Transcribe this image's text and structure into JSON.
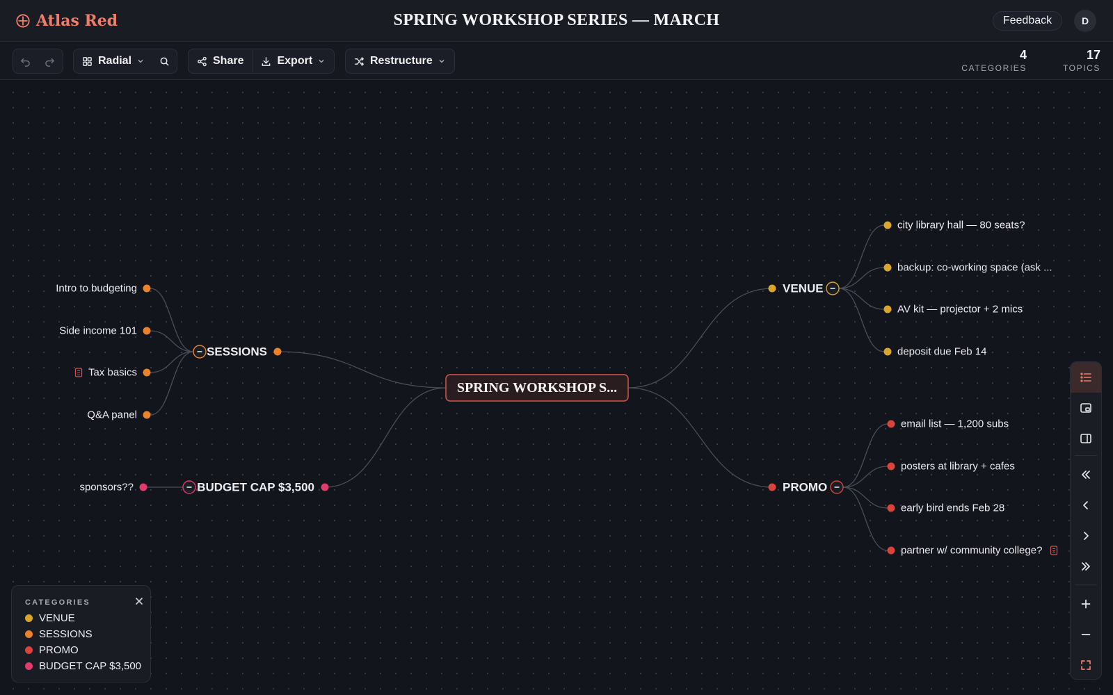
{
  "app": {
    "name": "Atlas Red",
    "logo_icon": "crosshair-circle-icon"
  },
  "header": {
    "title": "SPRING WORKSHOP SERIES — MARCH",
    "feedback_label": "Feedback",
    "avatar_initial": "D"
  },
  "toolbar": {
    "undo_icon": "undo-icon",
    "redo_icon": "redo-icon",
    "layout_label": "Radial",
    "search_icon": "search-icon",
    "share_label": "Share",
    "export_label": "Export",
    "restructure_label": "Restructure"
  },
  "stats": {
    "categories": {
      "value": "4",
      "label": "CATEGORIES"
    },
    "topics": {
      "value": "17",
      "label": "TOPICS"
    }
  },
  "colors": {
    "venue": "#d8a62b",
    "sessions": "#e8832b",
    "promo": "#d8433c",
    "budget": "#e23a6a",
    "accent": "#ef7d6a"
  },
  "map": {
    "root": "SPRING WORKSHOP S...",
    "categories": [
      {
        "id": "venue",
        "label": "VENUE",
        "children": [
          {
            "label": "city library hall — 80 seats?"
          },
          {
            "label": "backup: co-working space (ask ..."
          },
          {
            "label": "AV kit — projector + 2 mics"
          },
          {
            "label": "deposit due Feb 14"
          }
        ]
      },
      {
        "id": "promo",
        "label": "PROMO",
        "children": [
          {
            "label": "email list — 1,200 subs"
          },
          {
            "label": "posters at library + cafes"
          },
          {
            "label": "early bird ends Feb 28"
          },
          {
            "label": "partner w/ community college?",
            "note": true
          }
        ]
      },
      {
        "id": "sessions",
        "label": "SESSIONS",
        "children": [
          {
            "label": "Intro to budgeting"
          },
          {
            "label": "Side income 101"
          },
          {
            "label": "Tax basics",
            "note": true
          },
          {
            "label": "Q&A panel"
          }
        ]
      },
      {
        "id": "budget",
        "label": "BUDGET CAP $3,500",
        "children": [
          {
            "label": "sponsors??"
          }
        ]
      }
    ]
  },
  "legend": {
    "title": "CATEGORIES",
    "items": [
      {
        "label": "VENUE",
        "color": "#d8a62b"
      },
      {
        "label": "SESSIONS",
        "color": "#e8832b"
      },
      {
        "label": "PROMO",
        "color": "#d8433c"
      },
      {
        "label": "BUDGET CAP $3,500",
        "color": "#e23a6a"
      }
    ]
  },
  "rail": [
    "outline-list-icon",
    "minimap-icon",
    "side-panel-icon",
    "first-icon",
    "previous-icon",
    "next-icon",
    "last-icon",
    "zoom-in-icon",
    "zoom-out-icon",
    "fit-screen-icon"
  ]
}
